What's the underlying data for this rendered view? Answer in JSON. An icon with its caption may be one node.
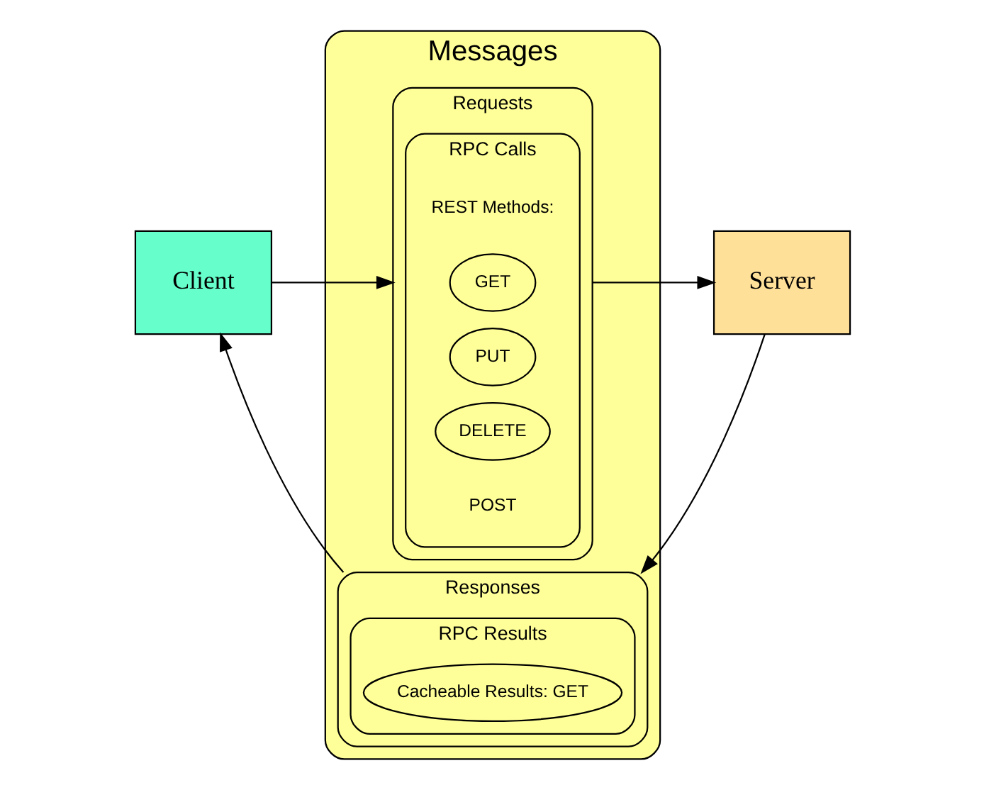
{
  "diagram": {
    "nodes": [
      {
        "text": [
          "Client"
        ]
      },
      {
        "text": [
          "Messages"
        ]
      },
      {
        "text": [
          "Requests"
        ],
        "in": 1
      },
      {
        "text": [
          "RPC Calls"
        ],
        "in": 2
      },
      {
        "text": [
          "GET"
        ],
        "in": 3
      },
      {
        "text": [
          "PUT"
        ],
        "in": 3
      },
      {
        "text": [
          "DELETE"
        ],
        "in": 3
      },
      {
        "text": [
          "Responses"
        ],
        "in": 1
      },
      {
        "text": [
          "RPC Results"
        ],
        "in": 7
      },
      {
        "text": [
          "Cacheable Results: GET"
        ],
        "in": 8
      },
      {
        "text": [
          "Server"
        ]
      }
    ],
    "edges": [
      {
        "from": 0,
        "to": 2,
        "arrow": "to"
      },
      {
        "from": 2,
        "to": 10,
        "arrow": "to"
      },
      {
        "from": 10,
        "to": 7,
        "arrow": "to"
      },
      {
        "from": 7,
        "to": 0,
        "arrow": "to"
      }
    ],
    "labels": [
      "REST Methods:",
      "POST"
    ]
  }
}
